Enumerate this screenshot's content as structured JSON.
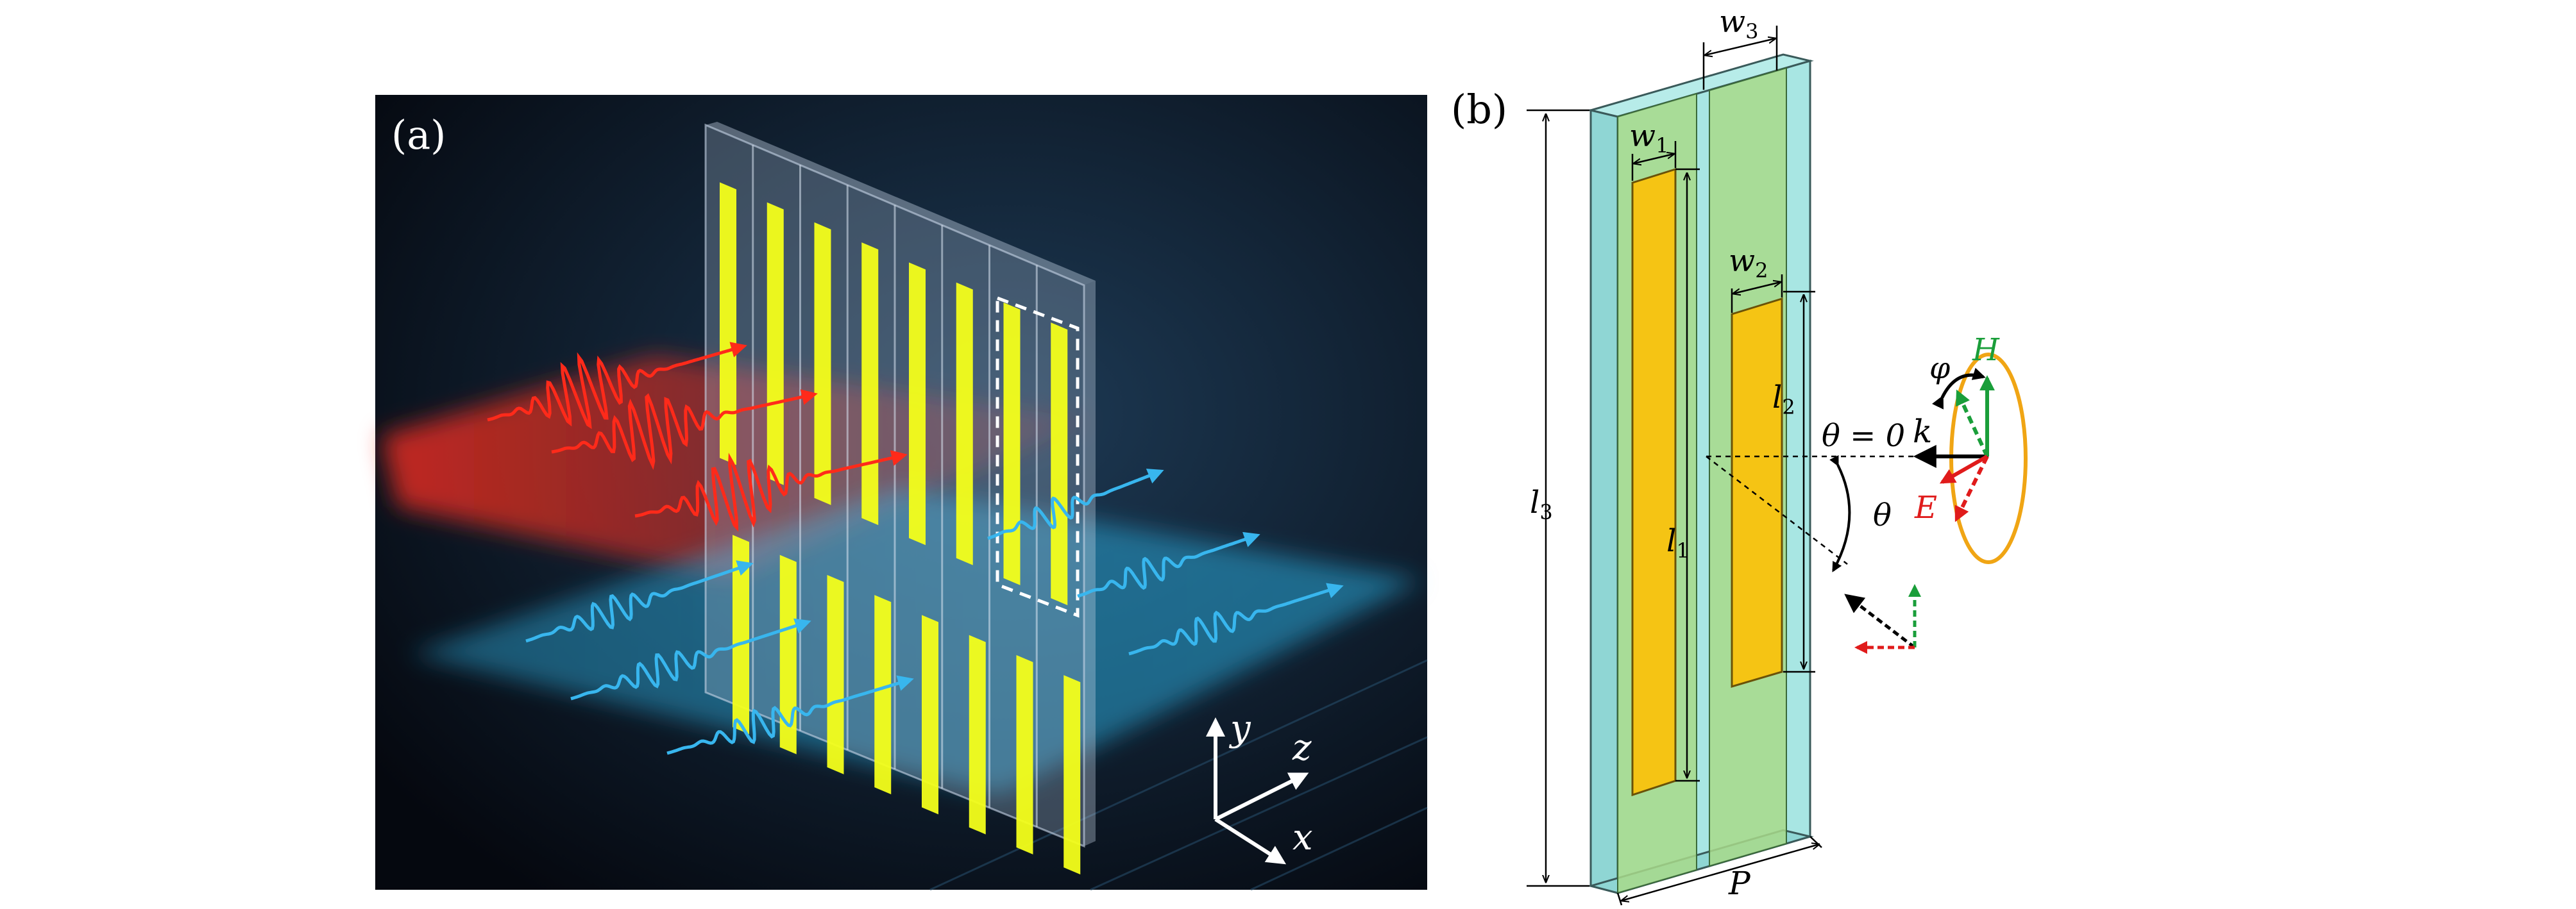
{
  "panel_a": {
    "label": "(a)",
    "axes": {
      "y": "y",
      "z": "z",
      "x": "x"
    }
  },
  "panel_b": {
    "label": "(b)",
    "dims": {
      "w3": "w",
      "w3_sub": "3",
      "w1": "w",
      "w1_sub": "1",
      "w2": "w",
      "w2_sub": "2",
      "l2": "l",
      "l2_sub": "2",
      "l1": "l",
      "l1_sub": "1",
      "l3": "l",
      "l3_sub": "3",
      "P": "P"
    },
    "angles": {
      "theta_zero": "θ = 0",
      "theta": "θ",
      "phi": "φ"
    },
    "vectors": {
      "k": "k",
      "H": "H",
      "E": "E"
    },
    "colors": {
      "substrate": "#9fe3e1",
      "cell_fill": "#a8d98a",
      "strip": "#f5c414",
      "H": "#1a9e3a",
      "E": "#e01b1b",
      "ellipse": "#f0a514"
    }
  }
}
